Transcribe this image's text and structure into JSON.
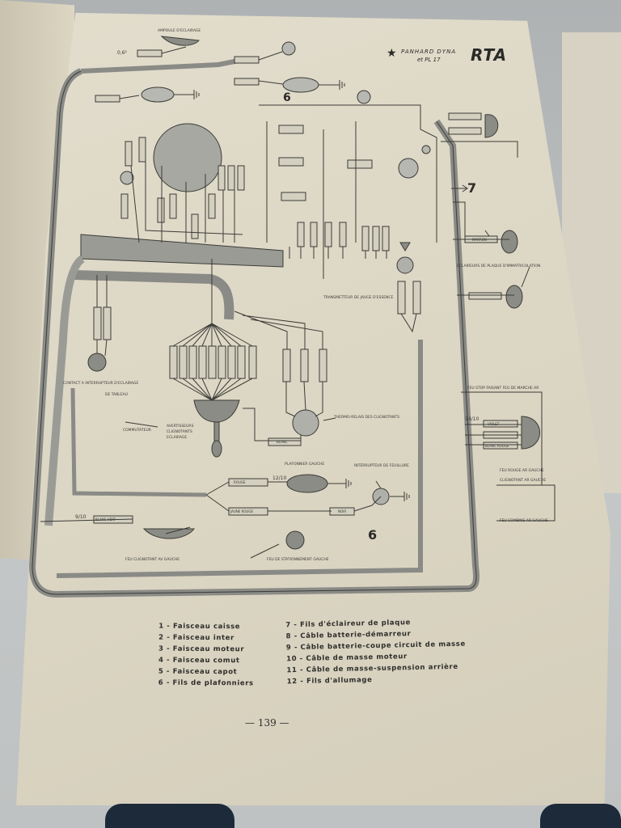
{
  "header": {
    "brand_line1": "PANHARD DYNA",
    "brand_line2": "et PL 17",
    "logo": "RTA",
    "star": "★"
  },
  "diagram": {
    "callout_numbers": [
      "6",
      "7",
      "6"
    ],
    "labels": {
      "contact_eclairage": "CONTACT A INTERRUPTEUR D'ECLAIRAGE",
      "de_tableau": "DE TABLEAU",
      "commutateur": "COMMUTATEUR",
      "avertisseurs": "AVERTISSEURS",
      "clignotants": "CLIGNOTANTS",
      "eclairage": "ECLAIRAGE",
      "thermo_relais": "THERMO-RELAIS DES CLIGNOTANTS",
      "plafonnier_gauche": "PLAFONNIER GAUCHE",
      "interrupteur_feuillure": "INTERRUPTEUR DE FEUILLURE",
      "feu_clignotant_av_gauche": "FEU CLIGNOTANT AV GAUCHE",
      "feu_stationnement_gauche": "FEU DE STATIONNEMENT GAUCHE",
      "transmetteur_jauge": "TRANSMETTEUR DE JAUGE D'ESSENCE",
      "eclaireurs_plaque": "ECLAIREURS DE PLAQUE D'IMMATRICULATION",
      "feu_stop": "FEU STOP FAISANT FEU DE MARCHE AR",
      "feu_rouge_gauche": "FEU ROUGE AR GAUCHE",
      "clignotant_ar_gauche": "CLIGNOTANT AR GAUCHE",
      "feu_combine": "FEU COMBINE AR GAUCHE",
      "ampoule_eclairage": "AMPOULE D'ECLAIRAGE"
    },
    "wire_colors": {
      "rouge": "ROUGE",
      "jaune_rouge": "JAUNE ROUGE",
      "noir": "NOIR",
      "blanc": "BLANC",
      "marron": "MARRON",
      "violet": "VIOLET",
      "blanc_rouge": "BLANC ROUGE",
      "blanc_vert": "BLANC VERT"
    },
    "gauges": [
      "0,6²",
      "9/10",
      "12/10",
      "14/10"
    ]
  },
  "legend": {
    "col1": [
      "1 - Faisceau caisse",
      "2 - Faisceau inter",
      "3 - Faisceau moteur",
      "4 - Faisceau comut",
      "5 - Faisceau capot",
      "6 - Fils de plafonniers"
    ],
    "col2": [
      "7 - Fils d'éclaireur de plaque",
      "8 - Câble batterie-démarreur",
      "9 - Câble batterie-coupe circuit de masse",
      "10 - Câble de masse moteur",
      "11 - Câble de masse-suspension arrière",
      "12 - Fils d'allumage"
    ]
  },
  "page_number": "— 139 —",
  "colors": {
    "paper": "#ddd7c5",
    "ink": "#3b3b37",
    "harness": "#8a8a86"
  }
}
